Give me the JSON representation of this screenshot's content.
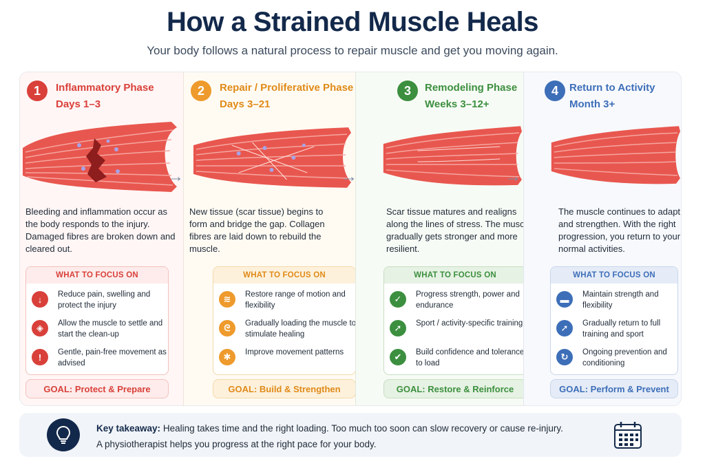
{
  "title": "How a Strained Muscle Heals",
  "subtitle": "Your body follows a natural process to repair muscle and get you moving again.",
  "focus_heading": "WHAT TO FOCUS ON",
  "colors": {
    "red": "#d9403a",
    "orange": "#ee9a2c",
    "green": "#3c8f3f",
    "blue": "#3d6eb8",
    "navy": "#13294b"
  },
  "phases": [
    {
      "number": "1",
      "name": "Inflammatory Phase",
      "time": "Days 1–3",
      "desc": "Bleeding and inflammation occur as the body responds to the injury. Damaged fibres are broken down and cleared out.",
      "focus": [
        {
          "icon": "arrow-down-icon",
          "text": "Reduce pain, swelling and protect the injury"
        },
        {
          "icon": "shield-icon",
          "text": "Allow the muscle to settle and start the clean-up"
        },
        {
          "icon": "alert-icon",
          "text": "Gentle, pain-free movement as advised"
        }
      ],
      "goal": "GOAL: Protect & Prepare"
    },
    {
      "number": "2",
      "name": "Repair / Proliferative Phase",
      "time": "Days 3–21",
      "desc": "New tissue (scar tissue) begins to form and bridge the gap. Collagen fibres are laid down to rebuild the muscle.",
      "focus": [
        {
          "icon": "waves-icon",
          "text": "Restore range of motion and flexibility"
        },
        {
          "icon": "flexed-arm-icon",
          "text": "Gradually loading the muscle to stimulate healing"
        },
        {
          "icon": "person-icon",
          "text": "Improve movement patterns"
        }
      ],
      "goal": "GOAL: Build & Strengthen"
    },
    {
      "number": "3",
      "name": "Remodeling Phase",
      "time": "Weeks 3–12+",
      "desc": "Scar tissue matures and realigns along the lines of stress. The muscle gradually gets stronger and more resilient.",
      "focus": [
        {
          "icon": "shield-check-icon",
          "text": "Progress strength, power and endurance"
        },
        {
          "icon": "runner-icon",
          "text": "Sport / activity-specific training"
        },
        {
          "icon": "check-circle-icon",
          "text": "Build confidence and tolerance to load"
        }
      ],
      "goal": "GOAL: Restore & Reinforce"
    },
    {
      "number": "4",
      "name": "Return to Activity",
      "time": "Month 3+",
      "desc": "The muscle continues to adapt and strengthen. With the right progression, you return to your normal activities.",
      "focus": [
        {
          "icon": "dumbbell-icon",
          "text": "Maintain strength and flexibility"
        },
        {
          "icon": "runner-icon",
          "text": "Gradually return to full training and sport"
        },
        {
          "icon": "refresh-icon",
          "text": "Ongoing prevention and conditioning"
        }
      ],
      "goal": "GOAL: Perform & Prevent"
    }
  ],
  "takeaway": {
    "label": "Key takeaway:",
    "line1": "Healing takes time and the right loading. Too much too soon can slow recovery or cause re-injury.",
    "line2": "A physiotherapist helps you progress at the right pace for your body."
  }
}
